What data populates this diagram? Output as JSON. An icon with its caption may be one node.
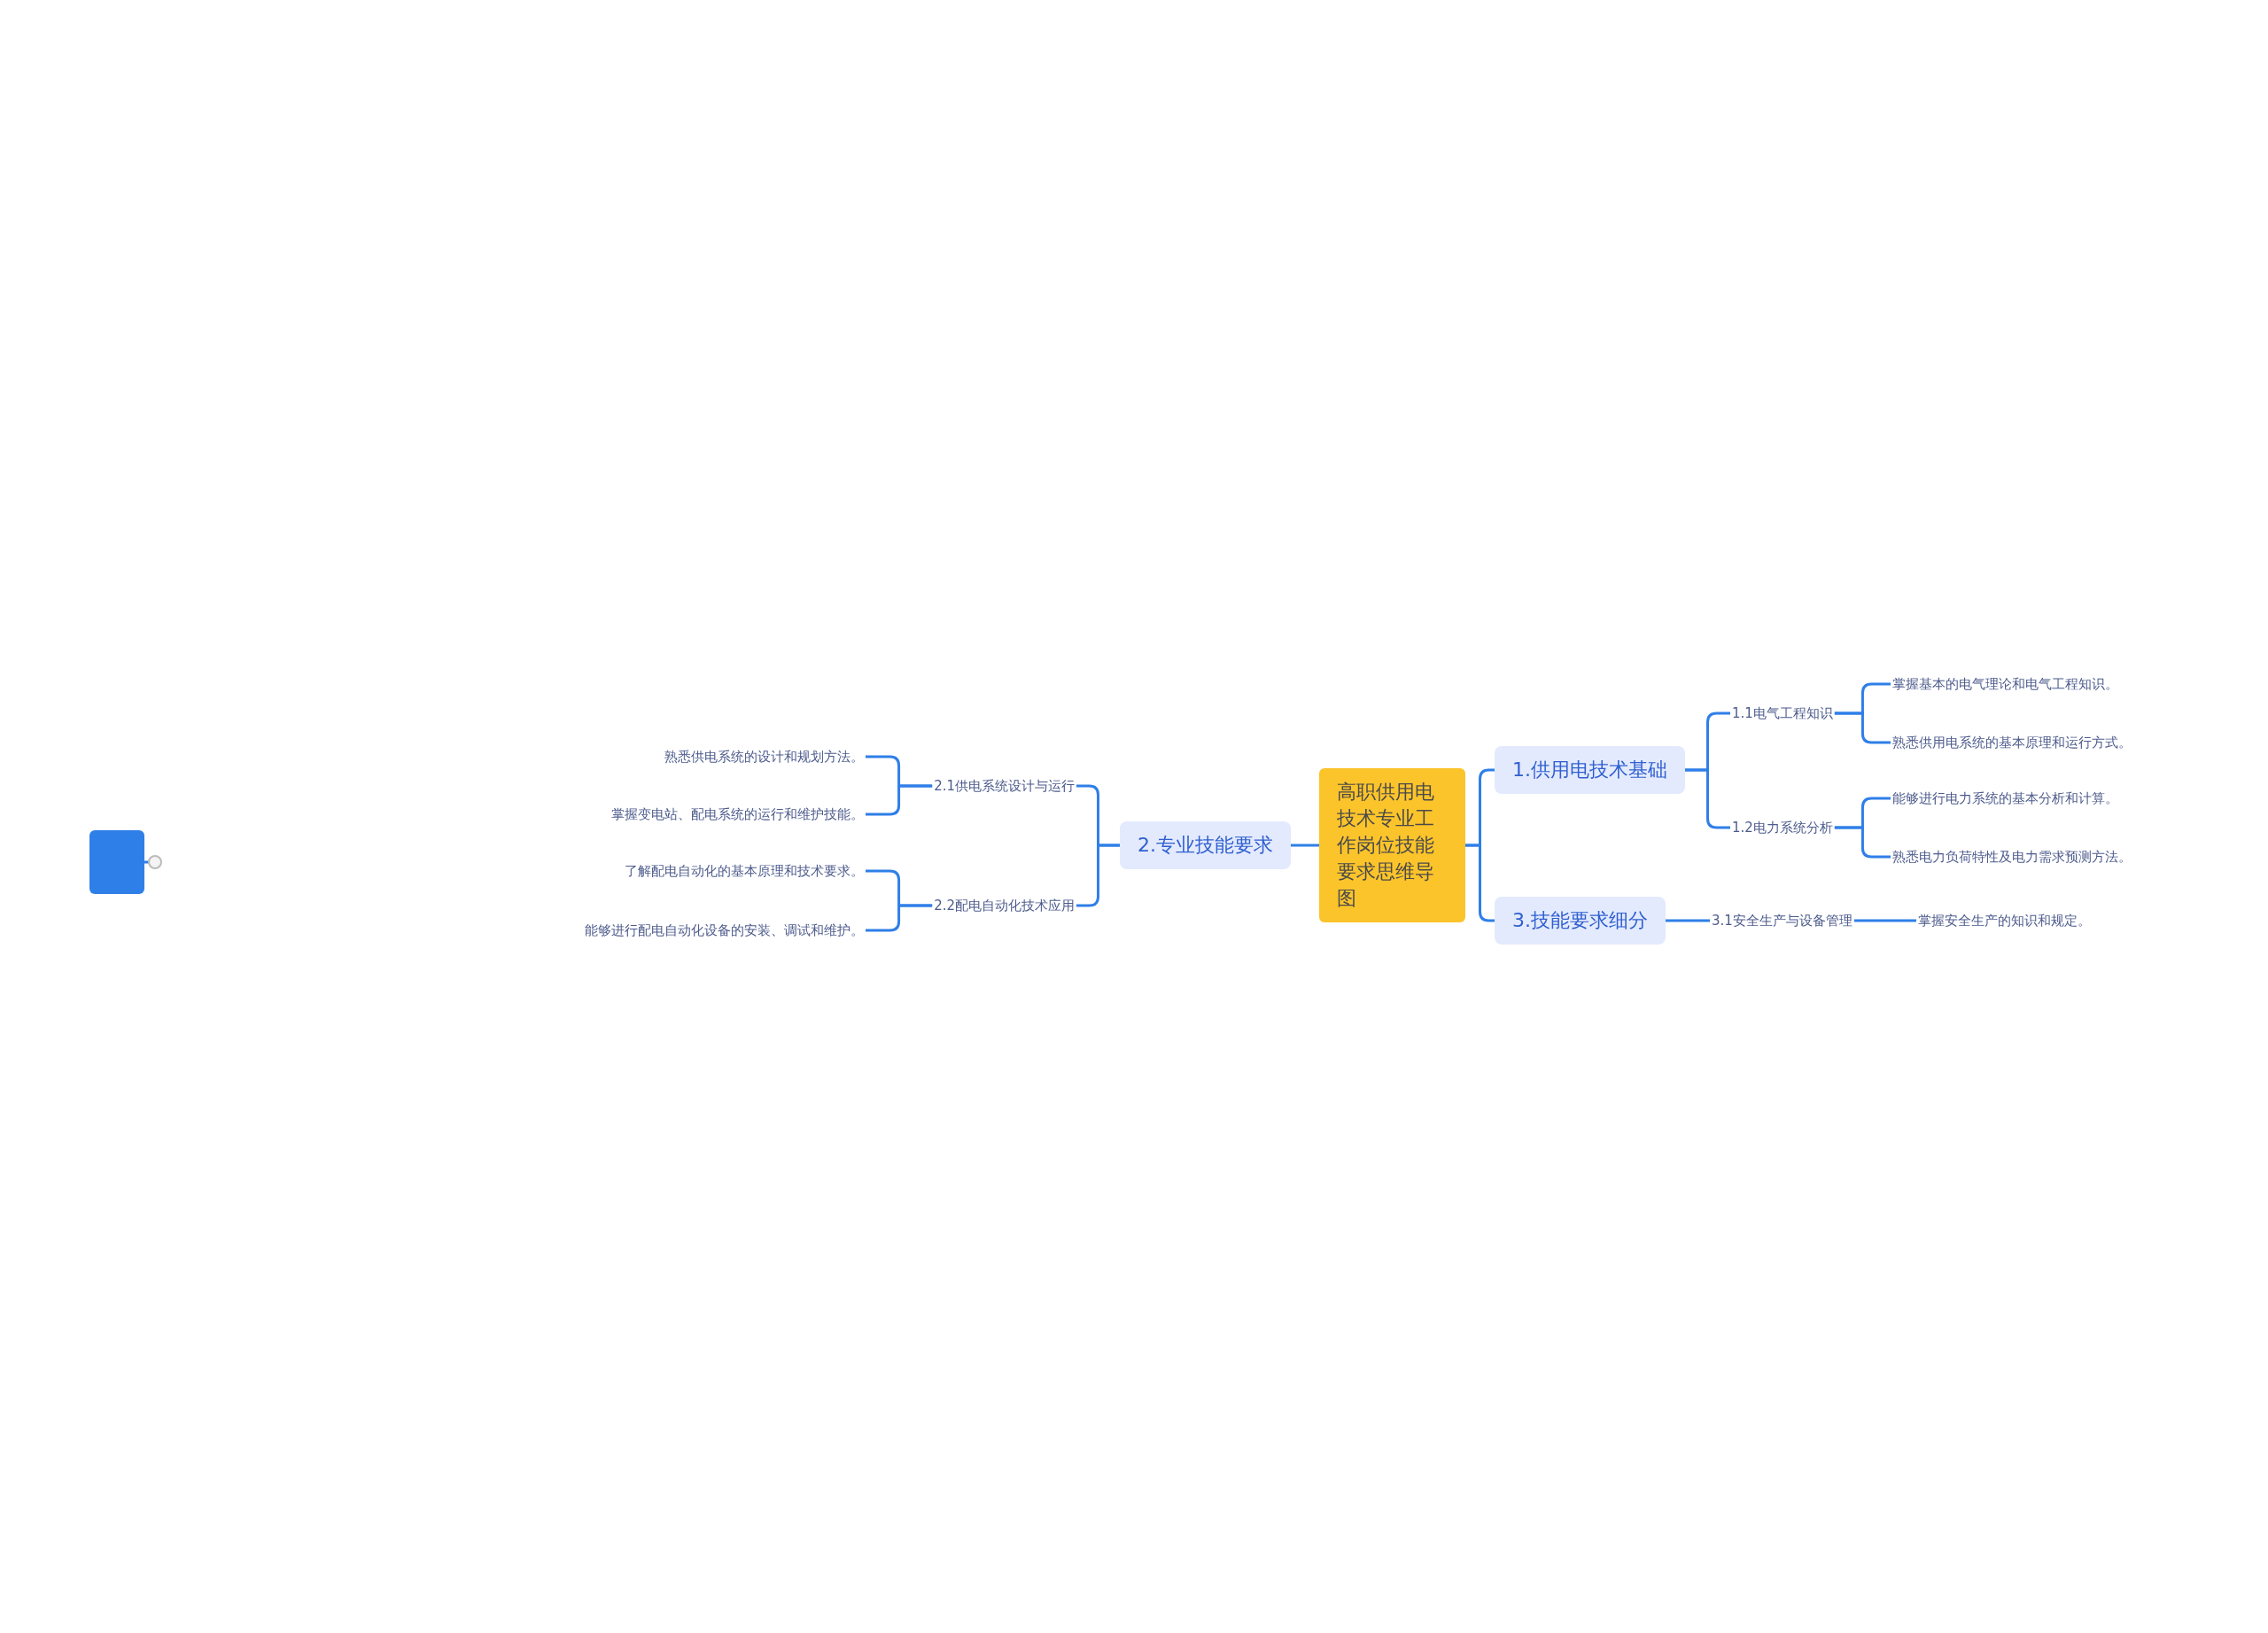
{
  "diagram": {
    "nodes": [
      {
        "text": [],
        "shape": "box"
      },
      {
        "text": [
          "高职供用电技术专业工作岗位技能要求思维导图"
        ]
      },
      {
        "text": [
          "1.供用电技术基础"
        ]
      },
      {
        "text": [
          "1.1电气工程知识"
        ]
      },
      {
        "text": [
          "掌握基本的电气理论和电气工程知识。"
        ]
      },
      {
        "text": [
          "熟悉供用电系统的基本原理和运行方式。"
        ]
      },
      {
        "text": [
          "1.2电力系统分析"
        ]
      },
      {
        "text": [
          "能够进行电力系统的基本分析和计算。"
        ]
      },
      {
        "text": [
          "熟悉电力负荷特性及电力需求预测方法。"
        ]
      },
      {
        "text": [
          "3.技能要求细分"
        ]
      },
      {
        "text": [
          "3.1安全生产与设备管理"
        ]
      },
      {
        "text": [
          "掌握安全生产的知识和规定。"
        ]
      },
      {
        "text": [
          "2.专业技能要求"
        ]
      },
      {
        "text": [
          "2.1供电系统设计与运行"
        ]
      },
      {
        "text": [
          "熟悉供电系统的设计和规划方法。"
        ]
      },
      {
        "text": [
          "掌握变电站、配电系统的运行和维护技能。"
        ]
      },
      {
        "text": [
          "2.2配电自动化技术应用"
        ]
      },
      {
        "text": [
          "了解配电自动化的基本原理和技术要求。"
        ]
      },
      {
        "text": [
          "能够进行配电自动化设备的安装、调试和维护。"
        ]
      }
    ],
    "edges": [
      {
        "from": 1,
        "to": 2,
        "arrow": "none"
      },
      {
        "from": 1,
        "to": 9,
        "arrow": "none"
      },
      {
        "from": 2,
        "to": 3,
        "arrow": "none"
      },
      {
        "from": 2,
        "to": 6,
        "arrow": "none"
      },
      {
        "from": 3,
        "to": 4,
        "arrow": "none"
      },
      {
        "from": 3,
        "to": 5,
        "arrow": "none"
      },
      {
        "from": 6,
        "to": 7,
        "arrow": "none"
      },
      {
        "from": 6,
        "to": 8,
        "arrow": "none"
      },
      {
        "from": 9,
        "to": 10,
        "arrow": "none"
      },
      {
        "from": 10,
        "to": 11,
        "arrow": "none"
      },
      {
        "from": 1,
        "to": 12,
        "arrow": "none"
      },
      {
        "from": 12,
        "to": 13,
        "arrow": "none"
      },
      {
        "from": 12,
        "to": 16,
        "arrow": "none"
      },
      {
        "from": 13,
        "to": 14,
        "arrow": "none"
      },
      {
        "from": 13,
        "to": 15,
        "arrow": "none"
      },
      {
        "from": 16,
        "to": 17,
        "arrow": "none"
      },
      {
        "from": 16,
        "to": 18,
        "arrow": "none"
      }
    ]
  }
}
